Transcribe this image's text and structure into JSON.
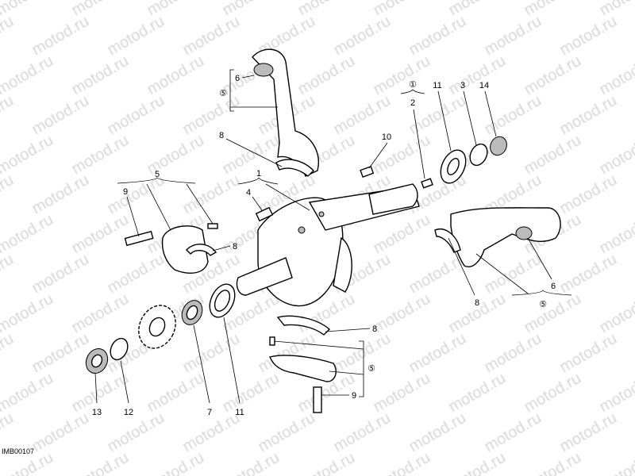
{
  "watermark": {
    "text": "motod.ru",
    "color": "#d8d8d8"
  },
  "drawing_code": "IMB00107",
  "labels": {
    "conrod_top_bushing": "6",
    "conrod_top_group": "⑤",
    "conrod_top_shell": "8",
    "crankshaft": "1",
    "crank_plug": "4",
    "key": "10",
    "pin_group": "①",
    "pin": "2",
    "shim_right": "11",
    "washer_right": "3",
    "seal_right": "14",
    "conrod_left_group": "5",
    "bolt_left": "9",
    "shell_left": "8",
    "conrod_right_bushing": "6",
    "conrod_right_group": "⑤",
    "conrod_right_shell": "8",
    "cap_shell_bottom": "8",
    "cap_group_bottom": "⑤",
    "bolt_bottom": "9",
    "nut": "13",
    "lock_washer": "12",
    "spacer": "7",
    "shim_left": "11"
  }
}
